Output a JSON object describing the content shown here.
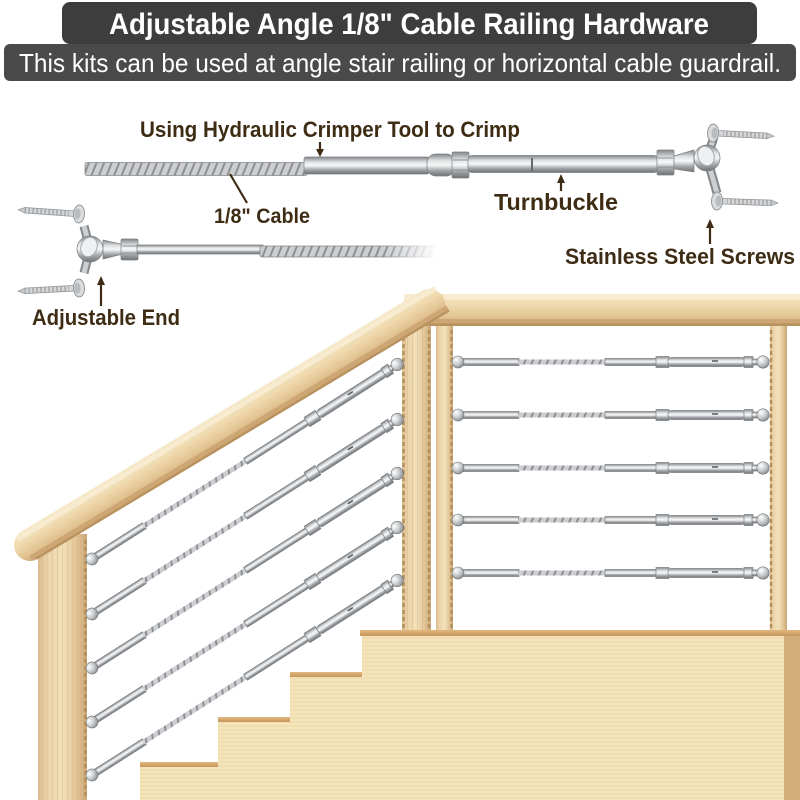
{
  "header": {
    "title": "Adjustable Angle 1/8\" Cable Railing Hardware",
    "subtitle": "This kits can be used at angle stair railing or horizontal cable guardrail.",
    "title_bg": "#3d3d3d",
    "subtitle_bg": "#4a4a4a",
    "text_color": "#ffffff"
  },
  "labels": {
    "color": "#3e2d14",
    "crimp": "Using Hydraulic Crimper Tool to Crimp",
    "cable": "1/8\" Cable",
    "turnbuckle": "Turnbuckle",
    "screws": "Stainless Steel Screws",
    "adjustable_end": "Adjustable End"
  },
  "palette": {
    "wood_light": "#f5e5ba",
    "wood_mid": "#ecd3a8",
    "wood_edge": "#c5955c",
    "metal_light": "#f7f8f9",
    "metal_dark": "#6f7276",
    "cable_gray": "#ccced1"
  }
}
